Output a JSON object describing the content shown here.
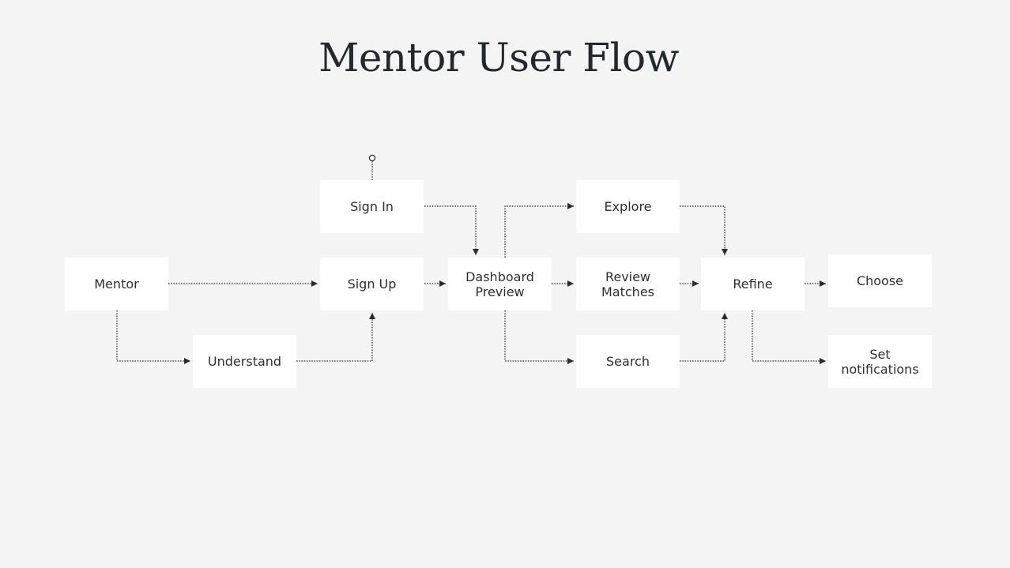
{
  "title": "Mentor User Flow",
  "nodes": {
    "mentor": "Mentor",
    "understand": "Understand",
    "sign_in": "Sign In",
    "sign_up": "Sign Up",
    "dashboard_preview": "Dashboard\nPreview",
    "explore": "Explore",
    "review_matches": "Review\nMatches",
    "search": "Search",
    "refine": "Refine",
    "choose": "Choose",
    "set_notifications": "Set\nnotifications"
  },
  "edges": [
    [
      "entry",
      "sign_in"
    ],
    [
      "mentor",
      "sign_up"
    ],
    [
      "mentor",
      "understand"
    ],
    [
      "understand",
      "sign_up"
    ],
    [
      "sign_in",
      "dashboard_preview"
    ],
    [
      "sign_up",
      "dashboard_preview"
    ],
    [
      "dashboard_preview",
      "explore"
    ],
    [
      "dashboard_preview",
      "review_matches"
    ],
    [
      "dashboard_preview",
      "search"
    ],
    [
      "explore",
      "refine"
    ],
    [
      "review_matches",
      "refine"
    ],
    [
      "search",
      "refine"
    ],
    [
      "refine",
      "choose"
    ],
    [
      "refine",
      "set_notifications"
    ]
  ],
  "colors": {
    "background": "#f4f4f4",
    "node_fill": "#ffffff",
    "connector": "#2b2b2b",
    "title": "#232830"
  }
}
